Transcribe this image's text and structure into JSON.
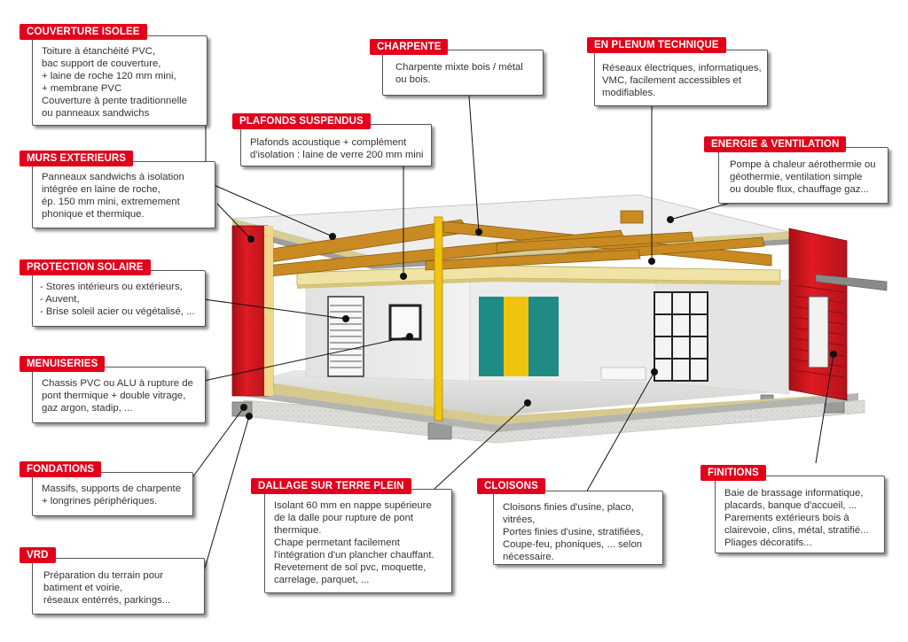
{
  "callouts": {
    "couverture": {
      "title": "COUVERTURE ISOLEE",
      "text": "Toiture à étanchéité PVC,\n    bac support de couverture,\n    + laine de roche 120 mm mini,\n    + membrane PVC\nCouverture à pente traditionnelle\nou panneaux sandwichs"
    },
    "murs": {
      "title": "MURS EXTERIEURS",
      "text": "Panneaux sandwichs à isolation\nintégrée en laine de roche,\nép. 150 mm mini, extremement\nphonique et thermique."
    },
    "protection": {
      "title": "PROTECTION SOLAIRE",
      "text": "- Stores intérieurs ou extérieurs,\n- Auvent,\n- Brise soleil acier ou végétalisé, ..."
    },
    "menuiseries": {
      "title": "MENUISERIES",
      "text": "Chassis PVC ou ALU à rupture de\npont thermique + double vitrage,\ngaz argon, stadip, ..."
    },
    "fondations": {
      "title": "FONDATIONS",
      "text": "Massifs, supports de charpente\n+ longrines périphériques."
    },
    "vrd": {
      "title": "VRD",
      "text": "Préparation du terrain pour\nbatiment et voirie,\nréseaux entérrés, parkings..."
    },
    "charpente": {
      "title": "CHARPENTE",
      "text": "Charpente mixte bois / métal\nou bois."
    },
    "plafonds": {
      "title": "PLAFONDS SUSPENDUS",
      "text": "Plafonds acoustique + complément\nd'isolation : laine de verre 200 mm mini"
    },
    "plenum": {
      "title": "EN PLENUM TECHNIQUE",
      "text": "Réseaux électriques, informatiques,\nVMC, facilement accessibles et\nmodifiables."
    },
    "energie": {
      "title": "ENERGIE & VENTILATION",
      "text": "Pompe à chaleur aérothermie ou\ngéothermie, ventilation simple\nou double flux, chauffage gaz..."
    },
    "dallage": {
      "title": "DALLAGE SUR TERRE PLEIN",
      "text": "Isolant 60 mm en nappe supérieure\nde la dalle pour rupture de pont\nthermique.\nChape permetant facilement\nl'intégration d'un plancher chauffant.\nRevetement de sol pvc, moquette,\ncarrelage, parquet, ..."
    },
    "cloisons": {
      "title": "CLOISONS",
      "text": "Cloisons finies d'usine, placo,\nvitrées,\nPortes finies d'usine, stratifiées,\nCoupe-feu, phoniques, ... selon\nnécessaire."
    },
    "finitions": {
      "title": "FINITIONS",
      "text": "Baie de brassage informatique,\nplacards, banque d'accueil, ...\nParements extérieurs bois à\nclairevoie, clins, métal, stratifié...\nPliages décoratifs..."
    }
  },
  "colors": {
    "tag": "#e3001b",
    "cladding": "#d7141f",
    "beam": "#c98a22",
    "column": "#f1c40f",
    "insulation": "#efe3a6"
  }
}
